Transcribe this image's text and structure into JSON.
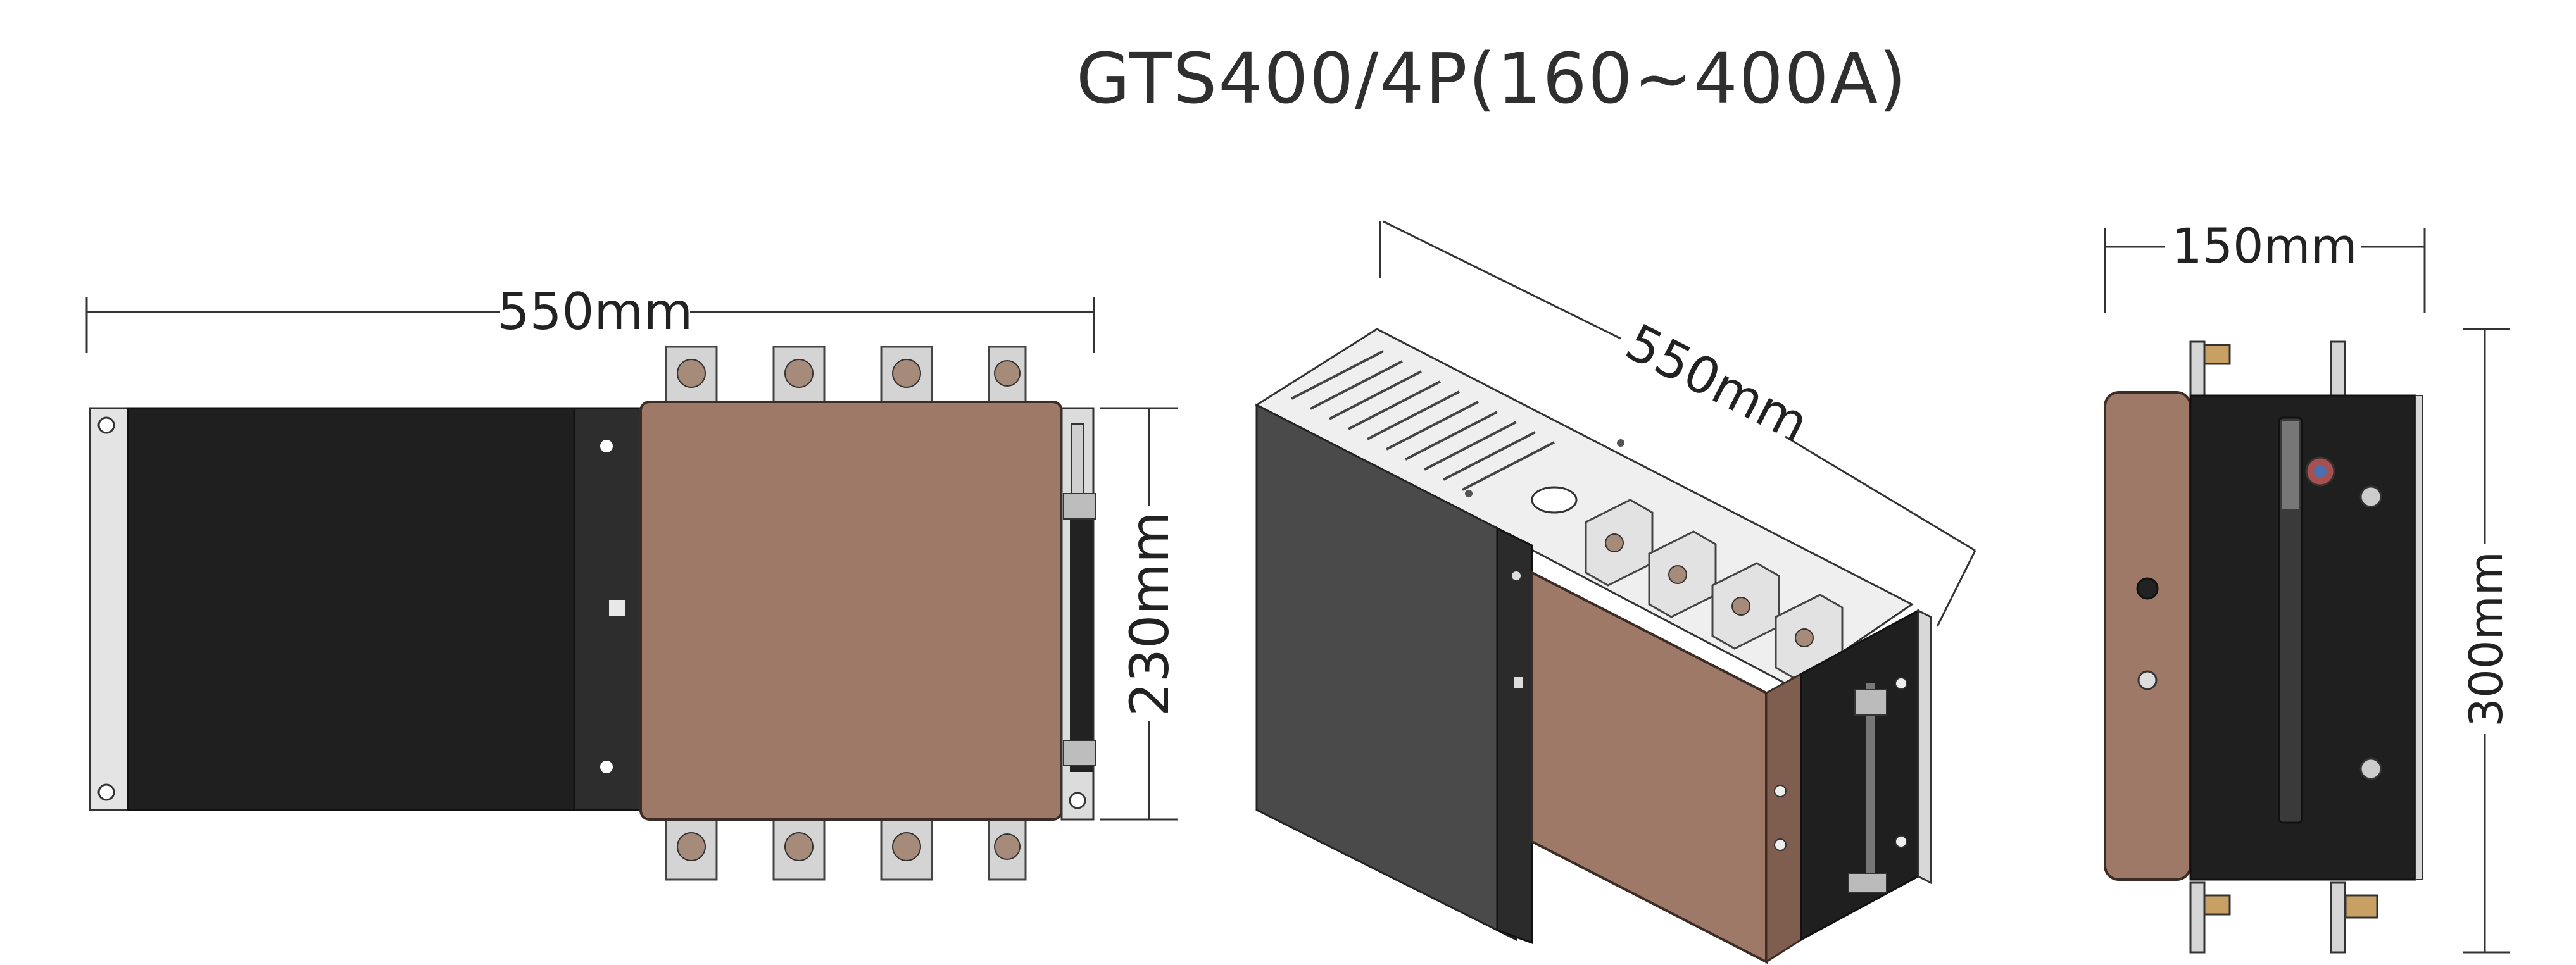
{
  "title": "GTS400/4P(160~400A)",
  "dimensions": {
    "front_width": "550mm",
    "front_height": "230mm",
    "iso_length": "550mm",
    "side_width": "150mm",
    "side_height": "300mm"
  },
  "colors": {
    "brown_panel": "#9e7968",
    "black_body": "#1f1f1f",
    "dark_gray": "#3a3a3a",
    "steel": "#d8d8d8",
    "line": "#333333"
  }
}
